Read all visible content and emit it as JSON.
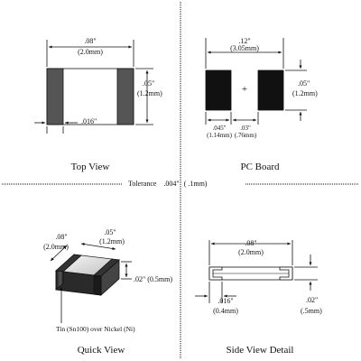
{
  "top_view": {
    "caption": "Top View",
    "width_in": ".08\"",
    "width_mm": "(2.0mm)",
    "height_in": ".05\"",
    "height_mm": "(1.2mm)",
    "terminal_in": ".016\""
  },
  "pc_board": {
    "caption": "PC Board",
    "span_in": ".12\"",
    "span_mm": "(3.05mm)",
    "plus": "+",
    "height_in": ".05\"",
    "height_mm": "(1.2mm)",
    "pad_in": ".045\"",
    "pad_mm": "(1.14mm)",
    "gap_in": ".03\"",
    "gap_mm": "(.76mm)"
  },
  "tolerance": {
    "label": "Tolerance",
    "value_in": ".004\"",
    "value_mm": "( .1mm)"
  },
  "quick_view": {
    "caption": "Quick View",
    "length_in": ".08\"",
    "length_mm": "(2.0mm)",
    "width_in": ".05\"",
    "width_mm": "(1.2mm)",
    "thickness": ".02\" (0.5mm)",
    "finish_note": "Tin (Sn100) over Nickel (Ni)"
  },
  "side_view": {
    "caption": "Side View Detail",
    "length_in": ".08\"",
    "length_mm": "(2.0mm)",
    "terminal_in": ".016\"",
    "terminal_mm": "(0.4mm)",
    "thickness_in": ".02\"",
    "thickness_mm": "(.5mm)"
  },
  "colors": {
    "line": "#111111",
    "terminal": "#555555",
    "pad": "#111111"
  }
}
